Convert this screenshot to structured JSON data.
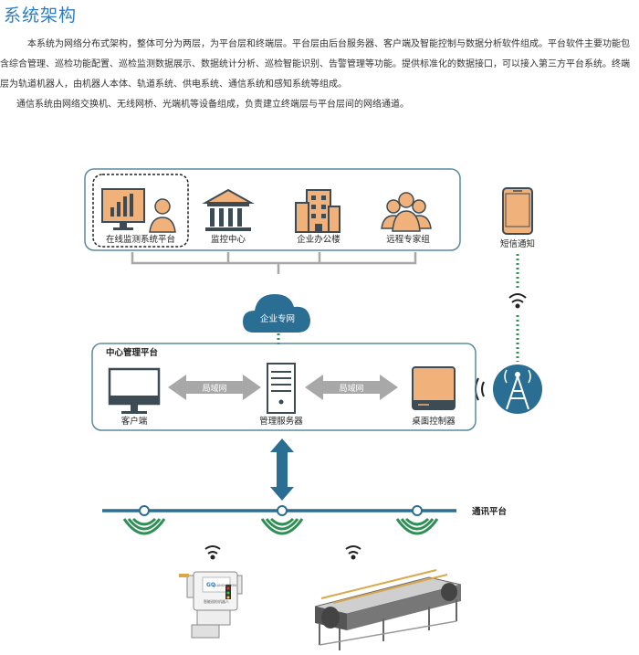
{
  "page": {
    "title": "系统架构",
    "paragraph1": "本系统为网络分布式架构，整体可分为两层，为平台层和终端层。平台层由后台服务器、客户端及智能控制与数据分析软件组成。平台软件主要功能包含综合管理、巡检功能配置、巡检监测数据展示、数据统计分析、巡检智能识别、告警管理等功能。提供标准化的数据接口，可以接入第三方平台系统。终端层为轨道机器人，由机器人本体、轨道系统、供电系统、通信系统和感知系统等组成。",
    "paragraph2": "通信系统由网络交换机、无线网桥、光端机等设备组成，负责建立终端层与平台层间的网络通道。"
  },
  "diagram": {
    "top_nodes": [
      "在线监测系统平台",
      "监控中心",
      "企业办公楼",
      "远程专家组"
    ],
    "sms_label": "短信通知",
    "cloud_label": "企业专网",
    "center_title": "中心管理平台",
    "client_label": "客户端",
    "server_label": "管理服务器",
    "desktop_label": "桌面控制器",
    "lan_label_left": "局域网",
    "lan_label_right": "局域网",
    "comm_label": "通讯平台",
    "device_brand": "GQ",
    "device_text": "GLANSHOTION",
    "device_subtext": "智能巡检机器人",
    "colors": {
      "frame": "#5a8aa0",
      "accent_orange": "#f0b27a",
      "dark": "#3d4b55",
      "blue_arrow": "#2a6e93",
      "gray_arrow": "#a8a8a8",
      "wifi_green": "#2f8f56",
      "title_blue": "#2a7fc6"
    }
  }
}
